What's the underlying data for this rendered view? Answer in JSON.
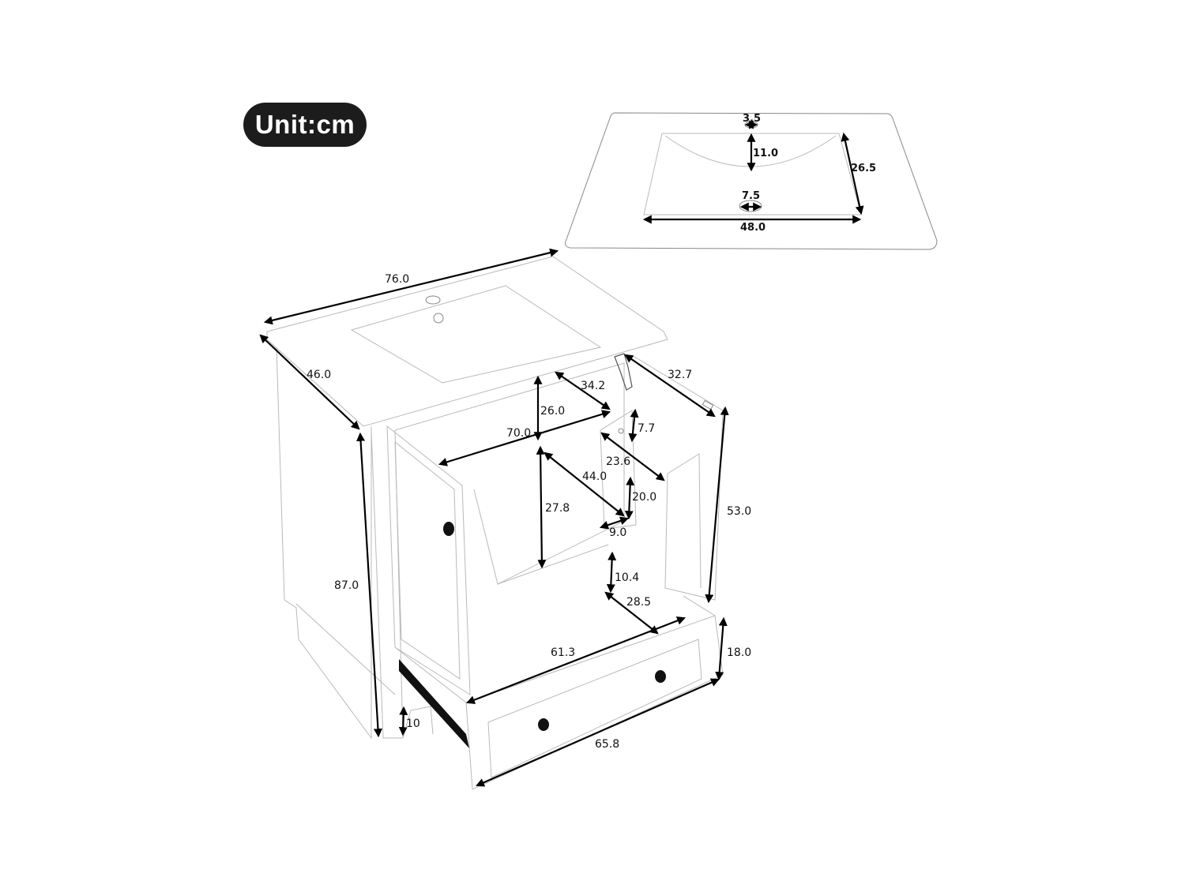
{
  "unit_badge": {
    "label": "Unit:cm"
  },
  "sink_top_view": {
    "dimensions": {
      "faucet_hole": "3.5",
      "faucet_to_basin": "11.0",
      "basin_depth": "26.5",
      "drain_diameter": "7.5",
      "basin_width": "48.0"
    }
  },
  "vanity_view": {
    "dimensions": {
      "overall_width": "76.0",
      "overall_depth": "46.0",
      "overall_height": "87.0",
      "inner_depth_top": "34.2",
      "inner_height_upper": "26.0",
      "inner_width": "70.0",
      "door_width": "32.7",
      "shelf_gap": "7.7",
      "shelf_depth": "23.6",
      "inner_depth_lower": "44.0",
      "shelf_height": "20.0",
      "shelf_width": "9.0",
      "inner_height_lower": "27.8",
      "door_height": "53.0",
      "drawer_inner_height": "10.4",
      "drawer_depth": "28.5",
      "drawer_inner_width": "61.3",
      "drawer_front_height": "18.0",
      "drawer_front_width": "65.8",
      "toe_kick_height": "10"
    }
  },
  "colors": {
    "badge_bg": "#1c1c1c",
    "badge_text": "#ffffff",
    "arrow": "#000000",
    "outline": "#b9b9b9"
  }
}
